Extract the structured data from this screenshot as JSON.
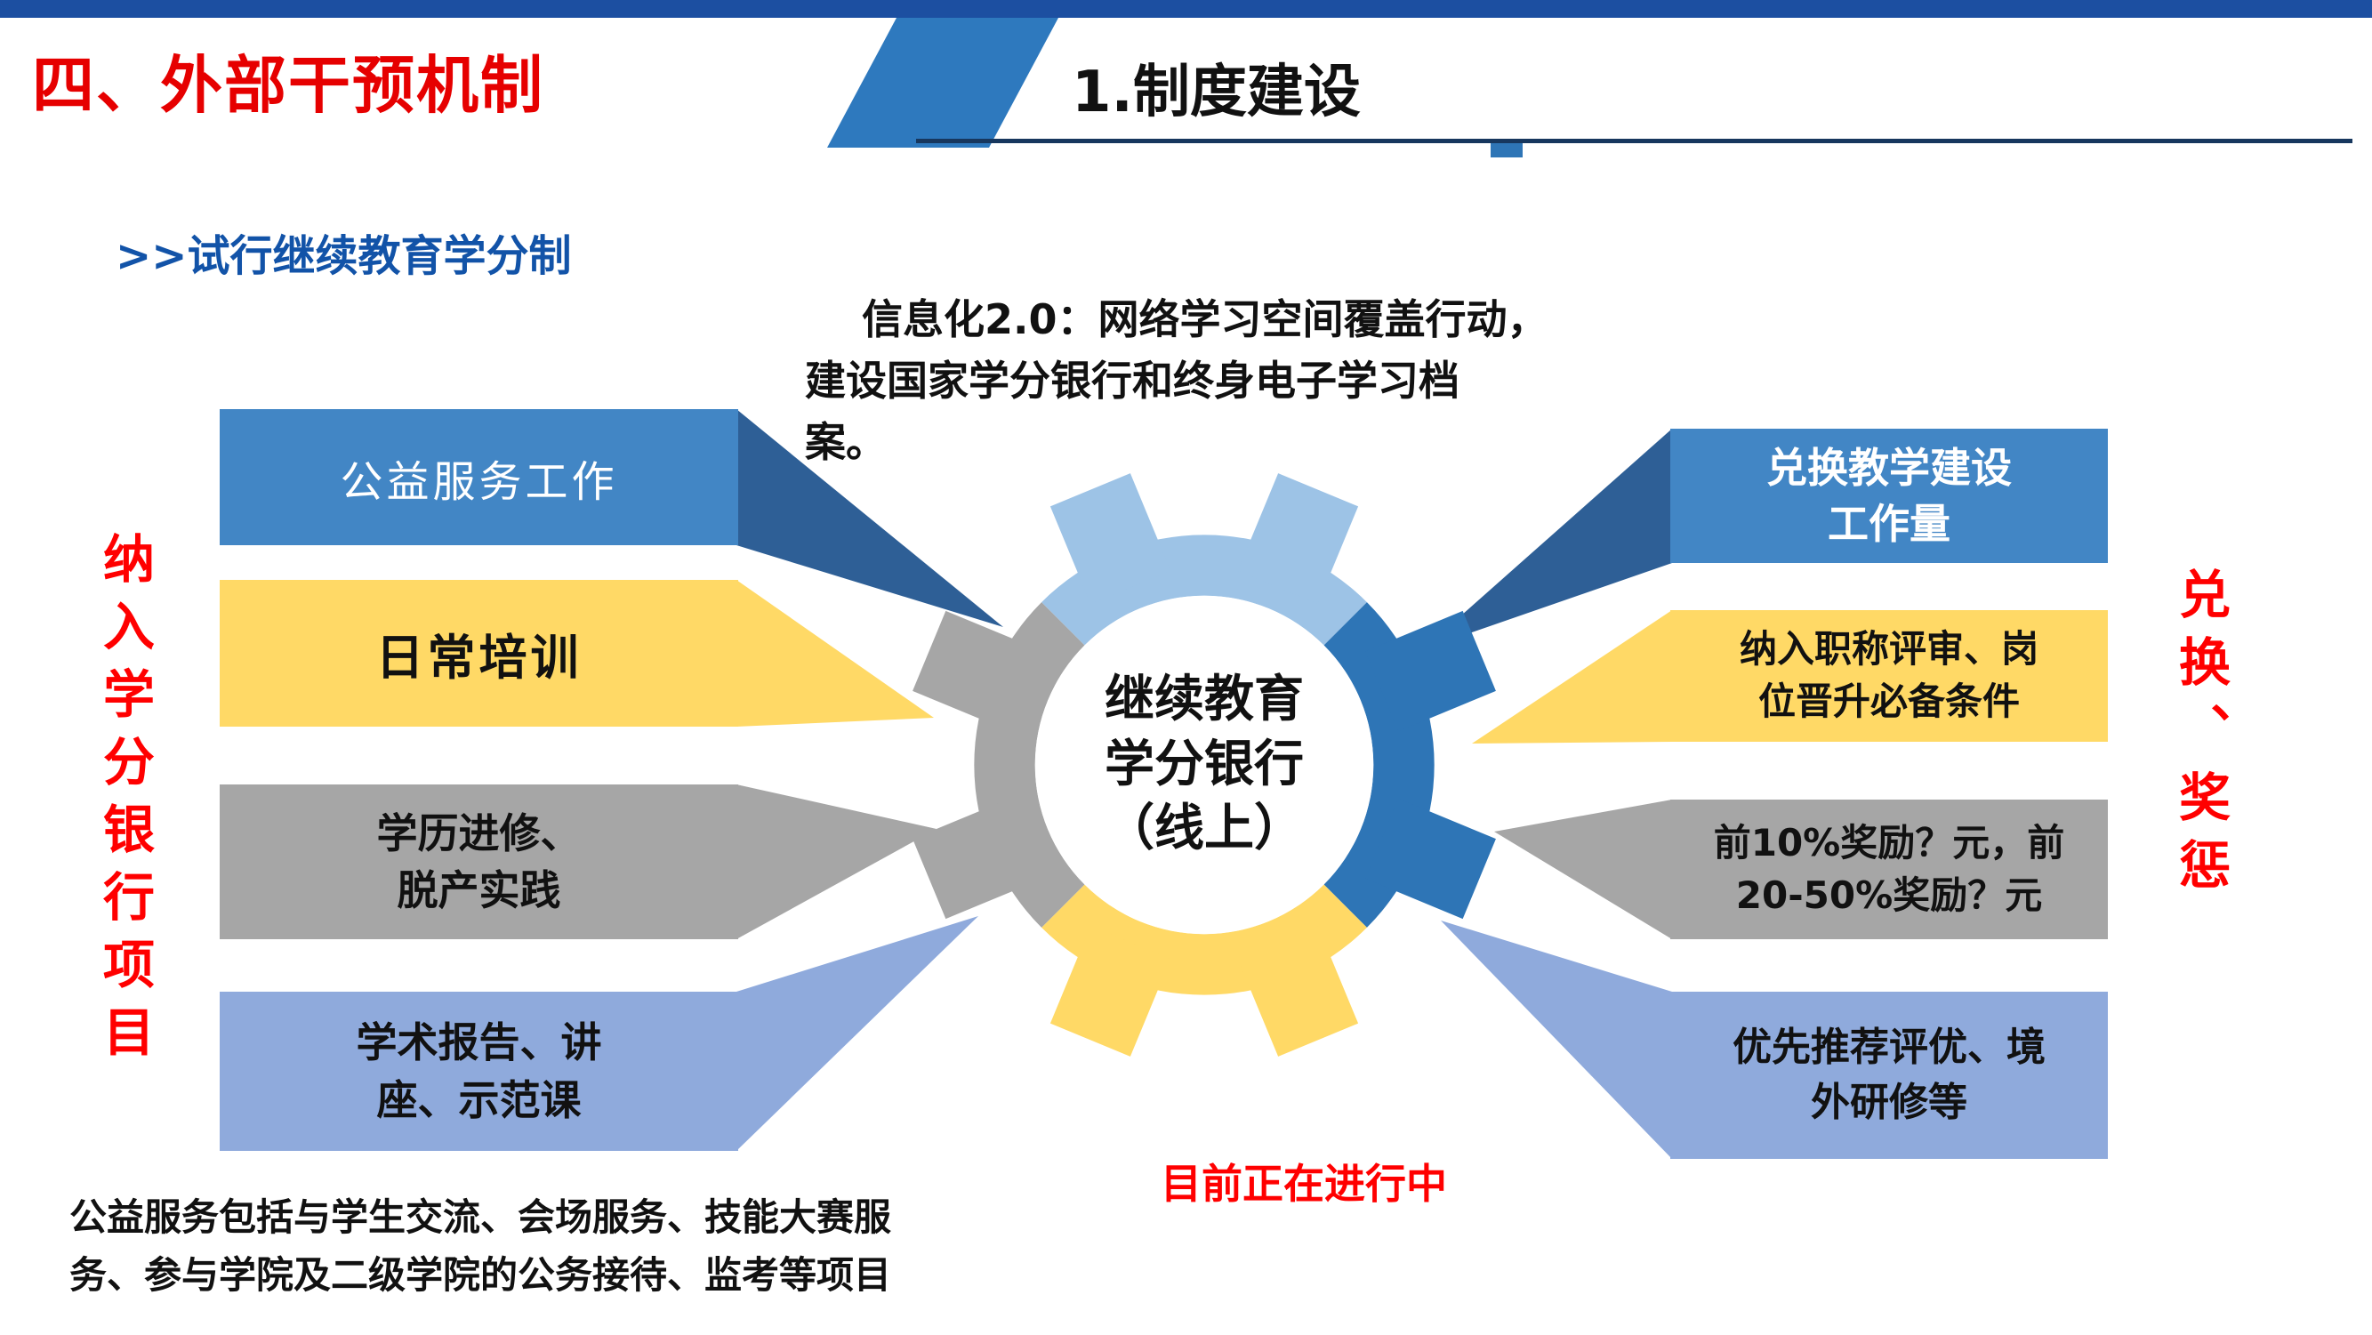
{
  "header": {
    "bar_title": "四、外部干预机制",
    "section_title": "1.制度建设"
  },
  "lead": ">>试行继续教育学分制",
  "intro": "信息化2.0：网络学习空间覆盖行动，\n建设国家学分银行和终身电子学习档\n案。",
  "left_axis": "纳入学分银行项目",
  "right_axis": "兑换、奖惩",
  "gear_center": "继续教育\n学分银行\n（线上）",
  "status": "目前正在进行中",
  "left_items": [
    {
      "label": "公益服务工作"
    },
    {
      "label": "日常培训"
    },
    {
      "label": "学历进修、\n脱产实践"
    },
    {
      "label": "学术报告、讲\n座、示范课"
    }
  ],
  "right_items": [
    {
      "label": "兑换教学建设\n工作量"
    },
    {
      "label": "纳入职称评审、岗\n位晋升必备条件"
    },
    {
      "label": "前10%奖励？元，前\n20-50%奖励？元"
    },
    {
      "label": "优先推荐评优、境\n外研修等"
    }
  ],
  "footnote": "公益服务包括与学生交流、会场服务、技能大赛服\n务、参与学院及二级学院的公务接待、监考等项目",
  "colors": {
    "header_bar_blue": "#1C4FA1",
    "header_accent_blue": "#2E79BE",
    "underline_navy": "#17375E",
    "title_red": "#E60000",
    "accent_red": "#FF0000",
    "lead_blue": "#1253A8",
    "banner_blue": "#4286C5",
    "tail_blue": "#2E5F96",
    "yellow": "#FFD966",
    "gray": "#A6A6A6",
    "periwinkle": "#8FAADC",
    "gear_light_blue": "#9DC3E6",
    "gear_dark_blue": "#2E75B6"
  }
}
